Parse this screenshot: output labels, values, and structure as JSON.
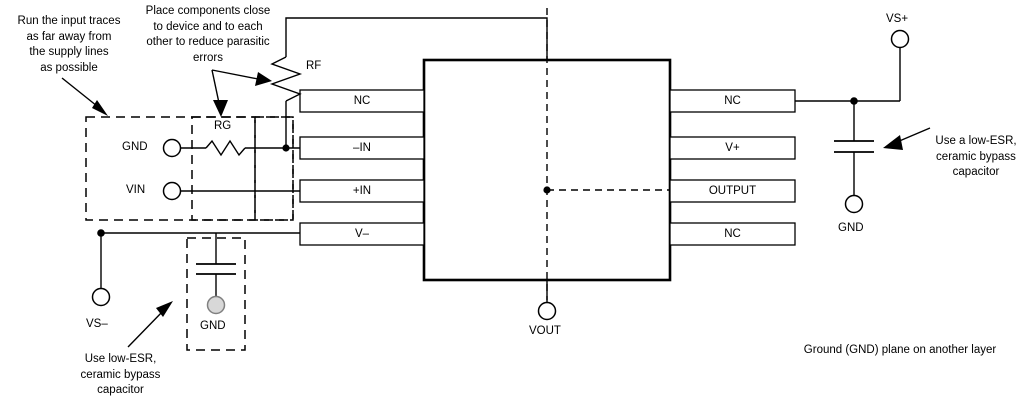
{
  "diagram": {
    "type": "circuit-schematic",
    "title_caption": "Ground (GND) plane on another layer",
    "ic": {
      "left_pins": [
        "NC",
        "–IN",
        "+IN",
        "V–"
      ],
      "right_pins": [
        "NC",
        "V+",
        "OUTPUT",
        "NC"
      ]
    },
    "components": {
      "rf_label": "RF",
      "rg_label": "RG"
    },
    "terminals": {
      "gnd_input": "GND",
      "vin": "VIN",
      "vs_minus": "VS–",
      "gnd_bottom": "GND",
      "vout": "VOUT",
      "vs_plus": "VS+",
      "gnd_right": "GND"
    },
    "notes": {
      "input_traces": "Run the input traces\nas far away from\nthe supply lines\nas possible",
      "place_components": "Place components close\nto device and to each\nother to reduce parasitic\nerrors",
      "bypass_left": "Use low-ESR,\nceramic bypass\ncapacitor",
      "bypass_right": "Use a low-ESR,\nceramic bypass\ncapacitor"
    },
    "colors": {
      "line": "#000000",
      "background": "#ffffff",
      "gnd_terminal_fill": "#d8d8d8"
    }
  }
}
